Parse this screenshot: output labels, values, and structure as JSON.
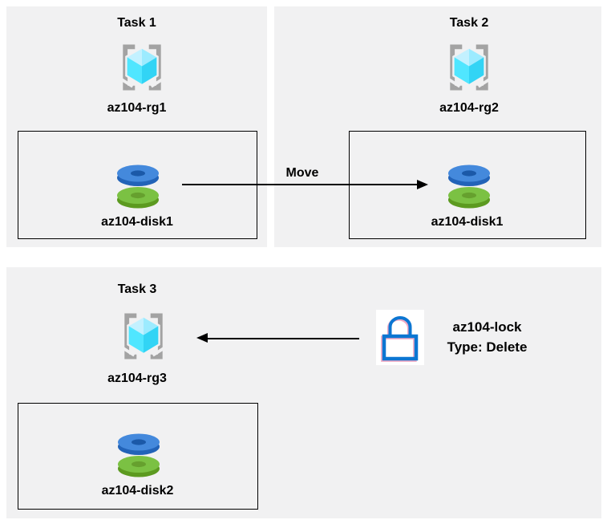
{
  "colors": {
    "panel_bg": "#f1f1f2",
    "text": "#000000",
    "arrow": "#000000",
    "box_border": "#000000",
    "bracket": "#a3a3a3",
    "cube_top_left": "#c3f1ff",
    "cube_top_right": "#9cebff",
    "cube_left": "#50e6ff",
    "cube_right": "#32d4f5",
    "disk_blue": "#4489dc",
    "disk_blue_dark": "#2263b8",
    "disk_blue_hole": "#1b59a8",
    "disk_green": "#7bc143",
    "disk_green_dark": "#5c9a20",
    "disk_green_hole": "#66a02e",
    "lock_blue": "#0c76d2",
    "lock_pink": "#f0a9c4"
  },
  "tasks": [
    {
      "title": "Task 1",
      "resource_group": "az104-rg1",
      "disk": "az104-disk1"
    },
    {
      "title": "Task 2",
      "resource_group": "az104-rg2",
      "disk": "az104-disk1"
    },
    {
      "title": "Task 3",
      "resource_group": "az104-rg3",
      "disk": "az104-disk2"
    }
  ],
  "arrows": {
    "move_label": "Move"
  },
  "lock": {
    "name": "az104-lock",
    "type": "Type: Delete"
  },
  "icons": {
    "resource_group": "azure-resource-group-icon",
    "disk": "azure-managed-disk-icon",
    "lock": "resource-lock-icon"
  }
}
